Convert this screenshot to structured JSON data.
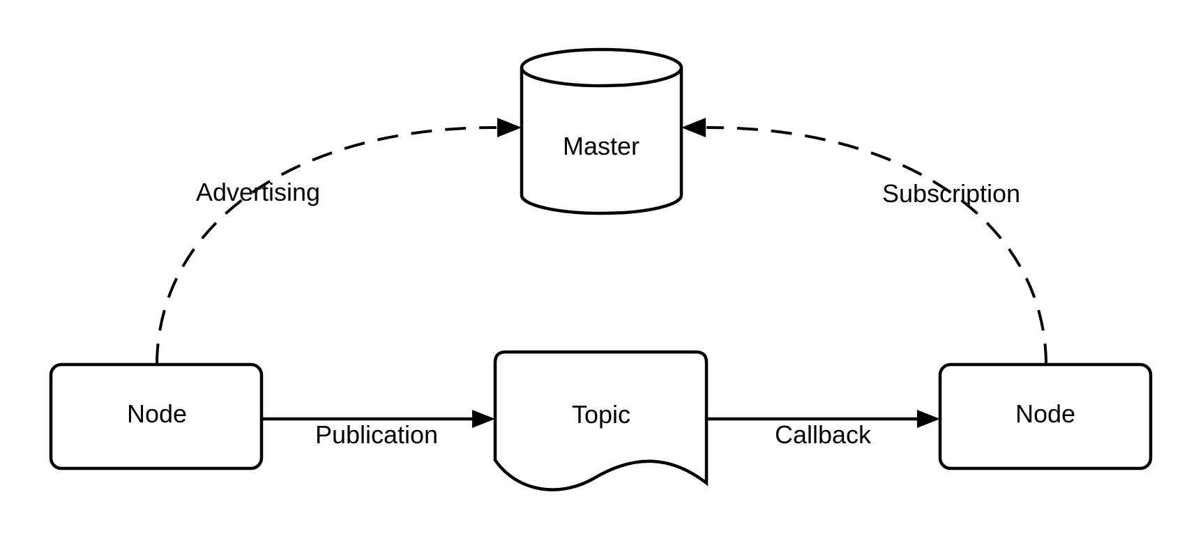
{
  "diagram": {
    "nodes": {
      "master": {
        "label": "Master",
        "shape": "cylinder"
      },
      "node_left": {
        "label": "Node",
        "shape": "rounded-rectangle"
      },
      "topic": {
        "label": "Topic",
        "shape": "document"
      },
      "node_right": {
        "label": "Node",
        "shape": "rounded-rectangle"
      }
    },
    "edges": {
      "advertising": {
        "label": "Advertising",
        "line_style": "dashed",
        "from": "node_left",
        "to": "master"
      },
      "subscription": {
        "label": "Subscription",
        "line_style": "dashed",
        "from": "node_right",
        "to": "master"
      },
      "publication": {
        "label": "Publication",
        "line_style": "solid",
        "from": "node_left",
        "to": "topic"
      },
      "callback": {
        "label": "Callback",
        "line_style": "solid",
        "from": "topic",
        "to": "node_right"
      }
    },
    "colors": {
      "stroke": "#000000",
      "shape_fill": "#ffffff",
      "background": "#ffffff"
    }
  }
}
